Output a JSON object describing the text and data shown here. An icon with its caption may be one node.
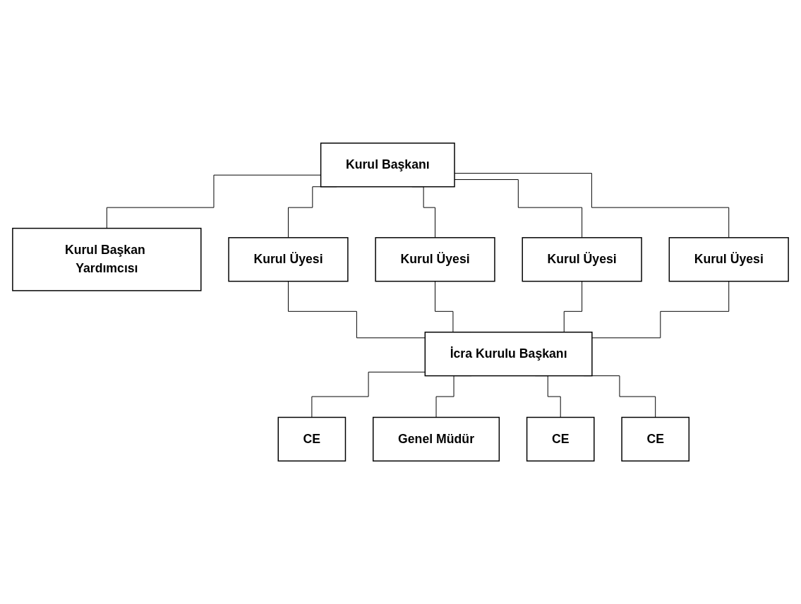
{
  "diagram": {
    "nodes": [
      {
        "text": [
          "Kurul Başkanı"
        ]
      },
      {
        "text": [
          "Kurul Başkan Yardımcısı"
        ]
      },
      {
        "text": [
          "Kurul Üyesi"
        ]
      },
      {
        "text": [
          "Kurul Üyesi"
        ]
      },
      {
        "text": [
          "Kurul Üyesi"
        ]
      },
      {
        "text": [
          "Kurul Üyesi"
        ]
      },
      {
        "text": [
          "İcra Kurulu Başkanı"
        ]
      },
      {
        "text": [
          "CE"
        ]
      },
      {
        "text": [
          "Genel Müdür"
        ]
      },
      {
        "text": [
          "CE"
        ]
      },
      {
        "text": [
          "CE"
        ]
      }
    ],
    "edges": [
      {
        "from": 0,
        "to": 1,
        "arrow": "none"
      },
      {
        "from": 0,
        "to": 2,
        "arrow": "none"
      },
      {
        "from": 0,
        "to": 3,
        "arrow": "none"
      },
      {
        "from": 0,
        "to": 4,
        "arrow": "none"
      },
      {
        "from": 0,
        "to": 5,
        "arrow": "none"
      },
      {
        "from": 2,
        "to": 6,
        "arrow": "none"
      },
      {
        "from": 3,
        "to": 6,
        "arrow": "none"
      },
      {
        "from": 4,
        "to": 6,
        "arrow": "none"
      },
      {
        "from": 5,
        "to": 6,
        "arrow": "none"
      },
      {
        "from": 6,
        "to": 7,
        "arrow": "none"
      },
      {
        "from": 6,
        "to": 8,
        "arrow": "none"
      },
      {
        "from": 6,
        "to": 9,
        "arrow": "none"
      },
      {
        "from": 6,
        "to": 10,
        "arrow": "none"
      }
    ]
  }
}
